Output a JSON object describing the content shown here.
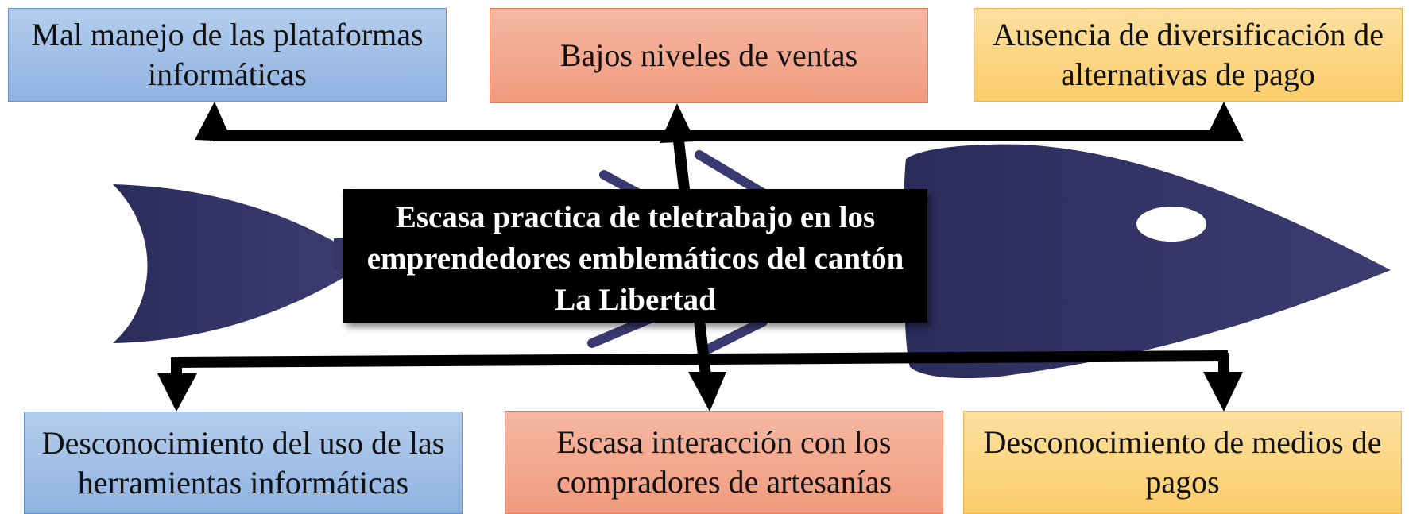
{
  "problem": {
    "label": "Escasa practica de teletrabajo en los emprendedores emblemáticos del cantón La Libertad"
  },
  "causes_top": [
    {
      "label": "Mal manejo de las plataformas informáticas",
      "color": "#a7c4ea"
    },
    {
      "label": "Bajos niveles de ventas",
      "color": "#f4ad93"
    },
    {
      "label": "Ausencia de diversificación de alternativas de pago",
      "color": "#fcd98a"
    }
  ],
  "causes_bottom": [
    {
      "label": "Desconocimiento del uso de las herramientas informáticas",
      "color": "#a7c4ea"
    },
    {
      "label": "Escasa interacción con los compradores de artesanías",
      "color": "#f4ad93"
    },
    {
      "label": "Desconocimiento de medios de pagos",
      "color": "#fcd98a"
    }
  ],
  "colors": {
    "fish": "#36366a",
    "arrows": "#000000",
    "problem_bg": "#000000",
    "problem_text": "#ffffff"
  },
  "icons": [
    "fish-body",
    "fish-eye",
    "fish-tail",
    "fish-bone"
  ]
}
